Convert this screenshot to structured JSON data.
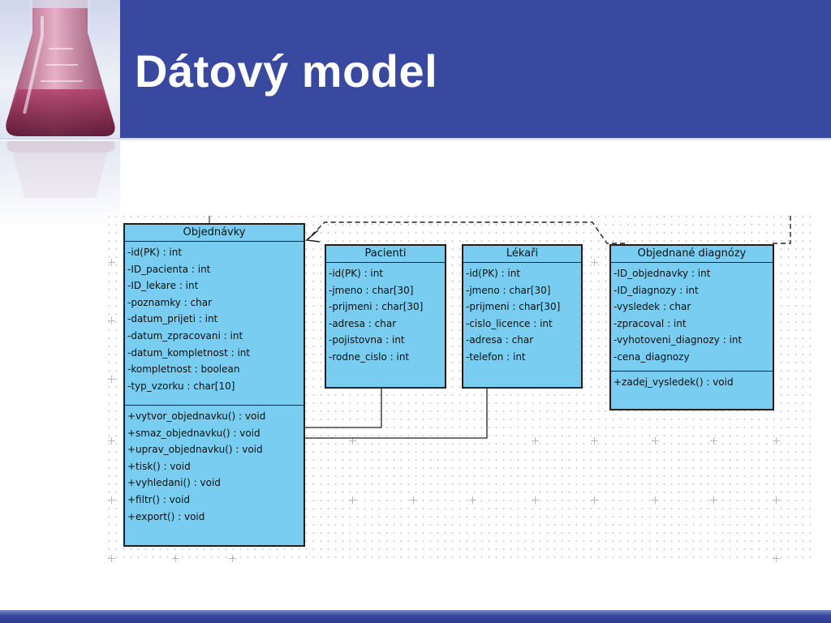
{
  "slide": {
    "title": "Dátový model",
    "colors": {
      "header": "#3a49a0",
      "class_fill": "#78cdf0",
      "title_text": "#ffffff"
    }
  },
  "diagram": {
    "classes": [
      {
        "name": "Objednávky",
        "attributes": [
          "-id(PK) : int",
          "-ID_pacienta : int",
          "-ID_lekare : int",
          "-poznamky : char",
          "-datum_prijeti : int",
          "-datum_zpracovani : int",
          "-datum_kompletnost : int",
          "-kompletnost : boolean",
          "-typ_vzorku : char[10]"
        ],
        "operations": [
          "+vytvor_objednavku() : void",
          "+smaz_objednavku() : void",
          "+uprav_objednavku() : void",
          "+tisk() : void",
          "+vyhledani() : void",
          "+filtr() : void",
          "+export() : void"
        ]
      },
      {
        "name": "Pacienti",
        "attributes": [
          "-id(PK) : int",
          "-jmeno : char[30]",
          "-prijmeni : char[30]",
          "-adresa : char",
          "-pojistovna : int",
          "-rodne_cislo : int"
        ],
        "operations": []
      },
      {
        "name": "Lékaři",
        "attributes": [
          "-id(PK) : int",
          "-jmeno : char[30]",
          "-prijmeni : char[30]",
          "-cislo_licence : int",
          "-adresa : char",
          "-telefon : int"
        ],
        "operations": []
      },
      {
        "name": "Objednané diagnózy",
        "attributes": [
          "-ID_objednavky : int",
          "-ID_diagnozy : int",
          "-vysledek : char",
          "-zpracoval : int",
          "-vyhotoveni_diagnozy : int",
          "-cena_diagnozy"
        ],
        "operations": [
          "+zadej_vysledek() : void"
        ]
      }
    ]
  }
}
